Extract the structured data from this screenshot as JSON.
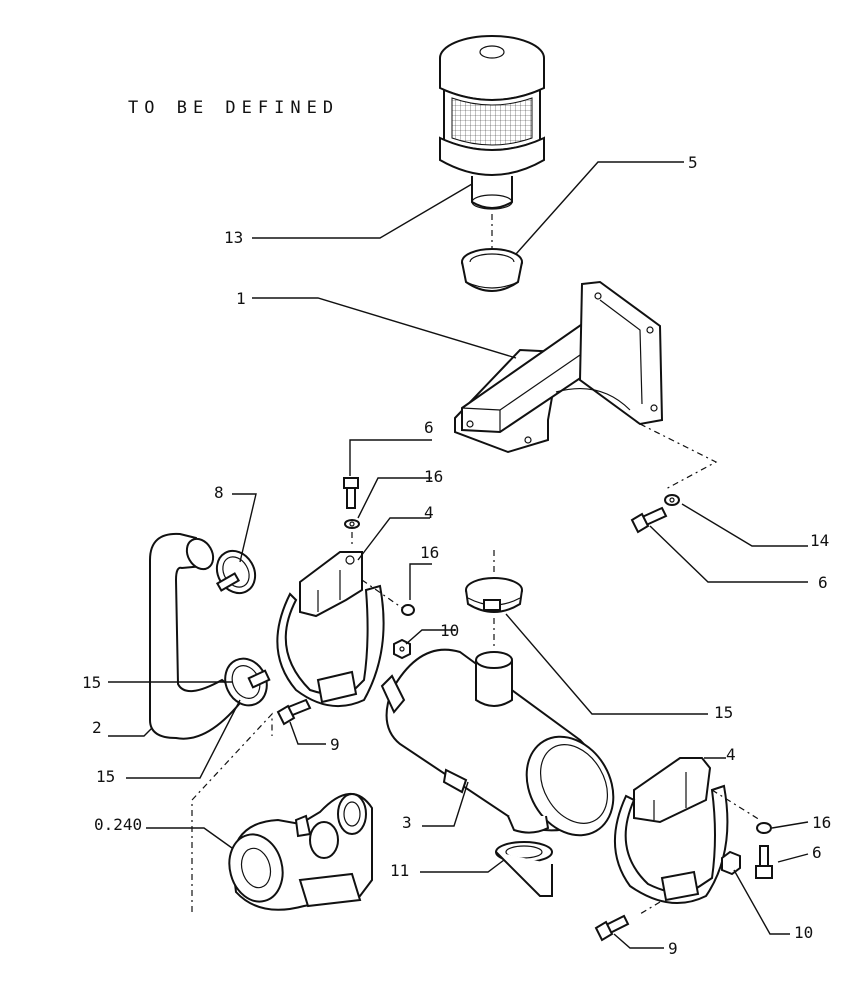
{
  "note": "TO BE DEFINED",
  "callouts": {
    "c13": "13",
    "c5": "5",
    "c1": "1",
    "c6a": "6",
    "c16a": "16",
    "c8": "8",
    "c4a": "4",
    "c16b": "16",
    "c14": "14",
    "c6b": "6",
    "c10a": "10",
    "c15a": "15",
    "c2": "2",
    "c15b": "15",
    "c9a": "9",
    "c15c": "15",
    "c0240": "0.240",
    "c4b": "4",
    "c3": "3",
    "c16c": "16",
    "c6c": "6",
    "c11": "11",
    "c10b": "10",
    "c9b": "9"
  }
}
